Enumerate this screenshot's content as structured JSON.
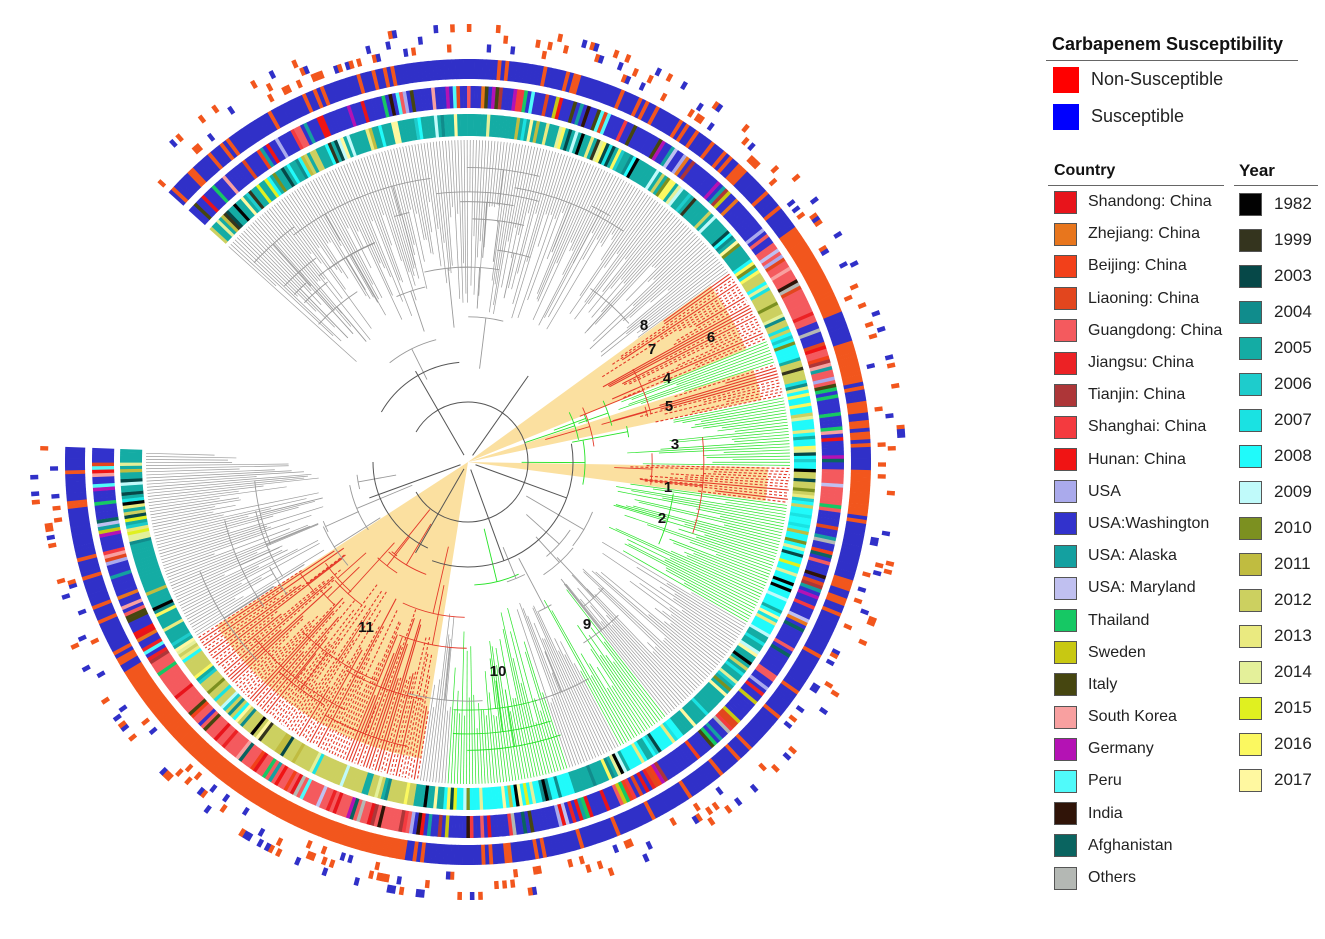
{
  "colors": {
    "non_susceptible": "#ff1a0d",
    "susceptible": "#1a0dff",
    "ring_orange": "#f2561d",
    "ring_blue": "#3030c8",
    "clade_highlight": "#fbe0a0",
    "green_branch": "#27e327",
    "red_branch": "#e43a2a",
    "gray_branch": "#9a9a9a"
  },
  "legend_susceptibility": {
    "title": "Carbapenem Susceptibility",
    "items": [
      {
        "label": "Non-Susceptible",
        "color": "#ff0000"
      },
      {
        "label": "Susceptible",
        "color": "#0000ff"
      }
    ]
  },
  "legend_country": {
    "title": "Country",
    "items": [
      {
        "label": "Shandong: China",
        "color": "#e8141b"
      },
      {
        "label": "Zhejiang: China",
        "color": "#e8761d"
      },
      {
        "label": "Beijing: China",
        "color": "#f2401a"
      },
      {
        "label": "Liaoning: China",
        "color": "#e2461e"
      },
      {
        "label": "Guangdong: China",
        "color": "#f45a5e"
      },
      {
        "label": "Jiangsu: China",
        "color": "#ec2225"
      },
      {
        "label": "Tianjin: China",
        "color": "#ad3638"
      },
      {
        "label": "Shanghai: China",
        "color": "#f43a3f"
      },
      {
        "label": "Hunan: China",
        "color": "#f01414"
      },
      {
        "label": "USA",
        "color": "#aaaaec"
      },
      {
        "label": "USA:Washington",
        "color": "#3232cc"
      },
      {
        "label": "USA: Alaska",
        "color": "#14a0a0"
      },
      {
        "label": "USA: Maryland",
        "color": "#c0c0f0"
      },
      {
        "label": "Thailand",
        "color": "#16c864"
      },
      {
        "label": "Sweden",
        "color": "#c8c812"
      },
      {
        "label": "Italy",
        "color": "#464610"
      },
      {
        "label": "South Korea",
        "color": "#f8a0a0"
      },
      {
        "label": "Germany",
        "color": "#b412b4"
      },
      {
        "label": "Peru",
        "color": "#50fafa"
      },
      {
        "label": "India",
        "color": "#301408"
      },
      {
        "label": "Afghanistan",
        "color": "#0a6460"
      },
      {
        "label": "Others",
        "color": "#b4b8b4"
      }
    ]
  },
  "legend_year": {
    "title": "Year",
    "items": [
      {
        "label": "1982",
        "color": "#020202"
      },
      {
        "label": "1999",
        "color": "#34341e"
      },
      {
        "label": "2003",
        "color": "#064848"
      },
      {
        "label": "2004",
        "color": "#108c8c"
      },
      {
        "label": "2005",
        "color": "#14aca4"
      },
      {
        "label": "2006",
        "color": "#1ecccc"
      },
      {
        "label": "2007",
        "color": "#1ae2e2"
      },
      {
        "label": "2008",
        "color": "#20fafa"
      },
      {
        "label": "2009",
        "color": "#c0fafa"
      },
      {
        "label": "2010",
        "color": "#7c9020"
      },
      {
        "label": "2011",
        "color": "#c0bc40"
      },
      {
        "label": "2012",
        "color": "#ccd060"
      },
      {
        "label": "2013",
        "color": "#eaea80"
      },
      {
        "label": "2014",
        "color": "#e4f09a"
      },
      {
        "label": "2015",
        "color": "#e0f020"
      },
      {
        "label": "2016",
        "color": "#fbf860"
      },
      {
        "label": "2017",
        "color": "#fff8a0"
      }
    ]
  },
  "clade_labels": [
    "1",
    "2",
    "3",
    "4",
    "5",
    "6",
    "7",
    "8",
    "9",
    "10",
    "11"
  ]
}
